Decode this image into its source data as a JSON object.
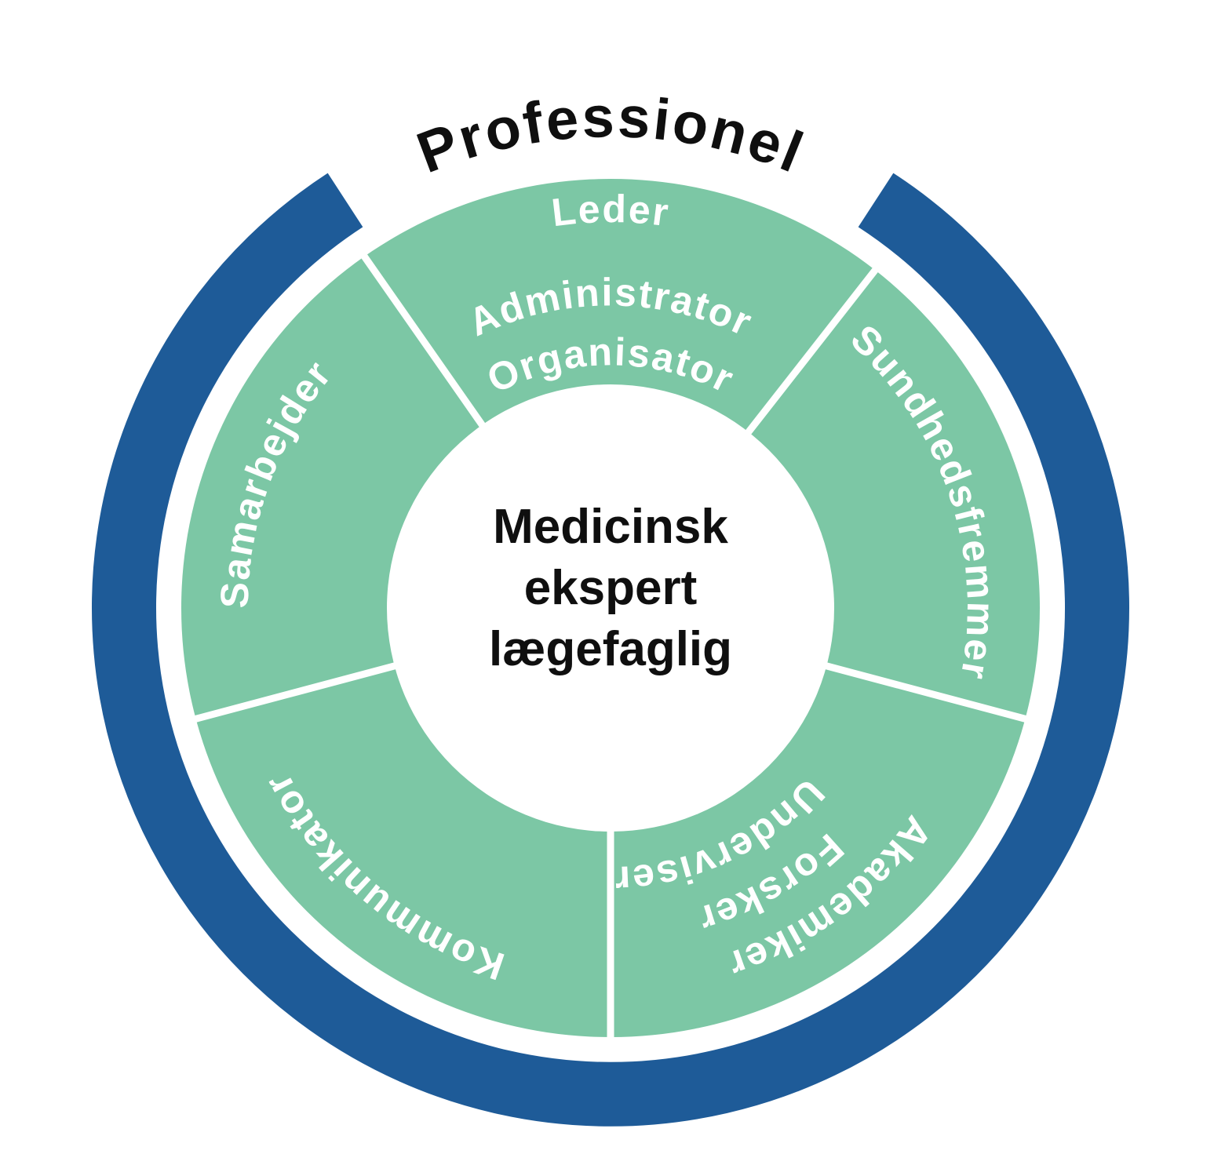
{
  "title": "Professionel",
  "colors": {
    "blue": "#1e5b98",
    "green": "#7cc7a5",
    "white": "#ffffff",
    "text_dark": "#0f0f0f",
    "text_light": "#ffffff"
  },
  "center": {
    "lines": [
      "Medicinsk",
      "ekspert",
      "lægefaglig"
    ]
  },
  "ring": {
    "sectors": [
      {
        "id": "leder-administrator-organisator",
        "lines": [
          "Leder",
          "Administrator",
          "Organisator"
        ]
      },
      {
        "id": "sundhedsfremmer",
        "lines": [
          "Sundhedsfremmer"
        ]
      },
      {
        "id": "underviser-forsker-akademiker",
        "lines": [
          "Underviser",
          "Forsker",
          "Akademiker"
        ]
      },
      {
        "id": "kommunikator",
        "lines": [
          "Kommunikator"
        ]
      },
      {
        "id": "samarbejder",
        "lines": [
          "Samarbejder"
        ]
      }
    ]
  }
}
